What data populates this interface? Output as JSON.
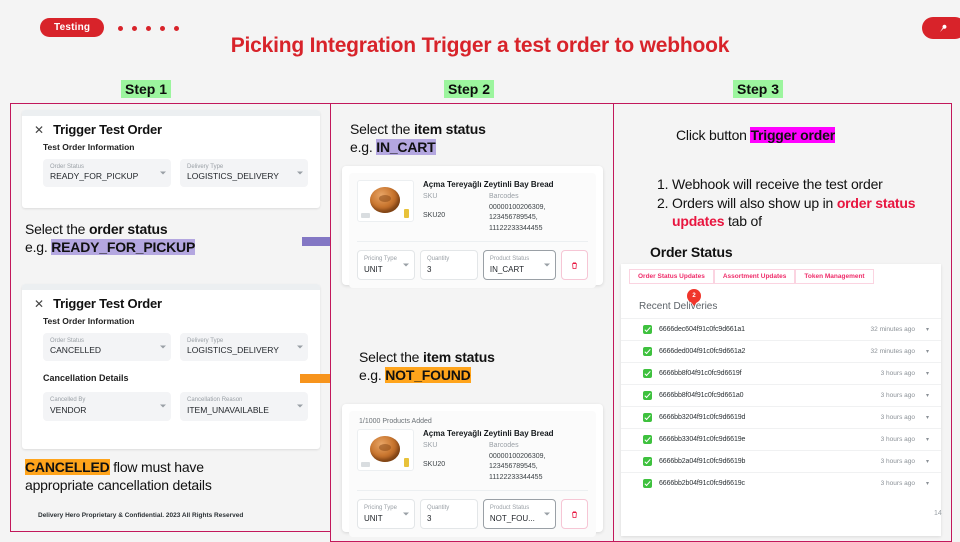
{
  "header": {
    "badge": "Testing",
    "dots_count": 5,
    "title": "Picking Integration Trigger a test order to webhook",
    "brand_color": "#d8232a",
    "logo_icon": "pin-icon"
  },
  "steps": [
    {
      "label": "Step 1"
    },
    {
      "label": "Step 2"
    },
    {
      "label": "Step 3"
    }
  ],
  "panel1": {
    "dialog_a": {
      "close_icon": "close-icon",
      "title": "Trigger Test Order",
      "section": "Test Order Information",
      "fields": [
        {
          "label": "Order Status",
          "value": "READY_FOR_PICKUP"
        },
        {
          "label": "Delivery Type",
          "value": "LOGISTICS_DELIVERY"
        }
      ]
    },
    "callout_a": {
      "line1_pre": "Select the ",
      "line1_bold": "order status",
      "line2_pre": "e.g. ",
      "line2_hl": "READY_FOR_PICKUP",
      "highlight_color": "#b4a7e0"
    },
    "dialog_b": {
      "close_icon": "close-icon",
      "title": "Trigger Test Order",
      "section": "Test Order Information",
      "fields": [
        {
          "label": "Order Status",
          "value": "CANCELLED"
        },
        {
          "label": "Delivery Type",
          "value": "LOGISTICS_DELIVERY"
        }
      ],
      "section2": "Cancellation Details",
      "fields2": [
        {
          "label": "Cancelled By",
          "value": "VENDOR"
        },
        {
          "label": "Cancellation Reason",
          "value": "ITEM_UNAVAILABLE"
        }
      ]
    },
    "callout_b": {
      "hl": "CANCELLED",
      "rest": " flow must have",
      "line2": "appropriate cancellation details",
      "highlight_color": "#ffa41b"
    },
    "copyright": "Delivery Hero Proprietary & Confidential. 2023 All Rights Reserved"
  },
  "panel2": {
    "callout_a": {
      "line1_pre": "Select the ",
      "line1_bold": "item status",
      "line2_pre": "e.g. ",
      "line2_hl": "IN_CART",
      "highlight_color": "#b4a7e0"
    },
    "product_a": {
      "count_text": "",
      "name": "Açma Tereyağlı Zeytinli Bay Bread",
      "sku_label": "SKU",
      "sku_value": "SKU20",
      "barcodes_label": "Barcodes",
      "barcodes": [
        "00000100206309,",
        "123456789545,",
        "11122233344455"
      ],
      "pricing_label": "Pricing Type",
      "pricing_value": "UNIT",
      "qty_label": "Quantity",
      "qty_value": "3",
      "status_label": "Product Status",
      "status_value": "IN_CART",
      "delete_icon": "trash-icon",
      "thumb_icon": "bread-photo"
    },
    "callout_b": {
      "line1_pre": "Select the ",
      "line1_bold": "item status",
      "line2_pre": "e.g. ",
      "line2_hl": "NOT_FOUND",
      "highlight_color": "#ffa41b"
    },
    "product_b": {
      "count_text": "1/1000 Products Added",
      "name": "Açma Tereyağlı Zeytinli Bay Bread",
      "sku_label": "SKU",
      "sku_value": "SKU20",
      "barcodes_label": "Barcodes",
      "barcodes": [
        "00000100206309,",
        "123456789545,",
        "11122233344455"
      ],
      "pricing_label": "Pricing Type",
      "pricing_value": "UNIT",
      "qty_label": "Quantity",
      "qty_value": "3",
      "status_label": "Product Status",
      "status_value": "NOT_FOU...",
      "delete_icon": "trash-icon",
      "thumb_icon": "bread-photo"
    }
  },
  "panel3": {
    "headline_pre": "Click button ",
    "headline_hl": "Trigger order",
    "headline_hl_color": "#ff00ff",
    "list": [
      {
        "num": "1.",
        "text": "Webhook will receive the test order"
      },
      {
        "num": "2.",
        "text_pre": "Orders will also show up in ",
        "text_red": "order status updates",
        "text_post": " tab of"
      }
    ],
    "clipped_line": "Order Status",
    "dashboard": {
      "tabs": [
        "Order Status Updates",
        "Assortment Updates",
        "Token Management"
      ],
      "badge": "2",
      "section_title": "Recent Deliveries",
      "rows": [
        {
          "id": "6666dec604f91c0fc9d661a1",
          "time": "32 minutes ago"
        },
        {
          "id": "6666ded004f91c0fc9d661a2",
          "time": "32 minutes ago"
        },
        {
          "id": "6666bb8f04f91c0fc9d6619f",
          "time": "3 hours ago"
        },
        {
          "id": "6666bb8f04f91c0fc9d661a0",
          "time": "3 hours ago"
        },
        {
          "id": "6666bb3204f91c0fc9d6619d",
          "time": "3 hours ago"
        },
        {
          "id": "6666bb3304f91c0fc9d6619e",
          "time": "3 hours ago"
        },
        {
          "id": "6666bb2a04f91c0fc9d6619b",
          "time": "3 hours ago"
        },
        {
          "id": "6666bb2b04f91c0fc9d6619c",
          "time": "3 hours ago"
        }
      ],
      "chevron_icon": "chevron-down-icon",
      "check_icon": "check-icon"
    }
  },
  "page_number": "14"
}
